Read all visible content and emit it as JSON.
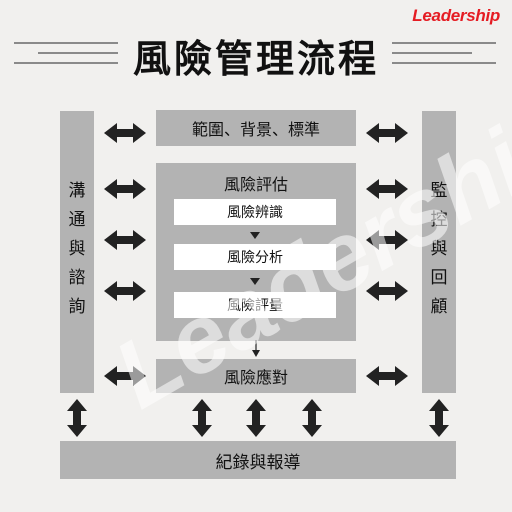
{
  "header": {
    "title": "風險管理流程",
    "brand": "Leadership"
  },
  "diagram": {
    "top_box": "範圍、背景、標準",
    "left_column": [
      "溝",
      "通",
      "與",
      "諮",
      "詢"
    ],
    "right_column": [
      "監",
      "控",
      "與",
      "回",
      "顧"
    ],
    "assessment": {
      "title": "風險評估",
      "steps": [
        "風險辨識",
        "風險分析",
        "風險評量"
      ]
    },
    "treatment_box": "風險應對",
    "bottom_box": "紀錄與報導"
  },
  "watermark": "Leadership",
  "colors": {
    "box": "#b3b3b3",
    "background": "#f1f0ee",
    "brand": "#e51c23",
    "arrow": "#222222"
  }
}
